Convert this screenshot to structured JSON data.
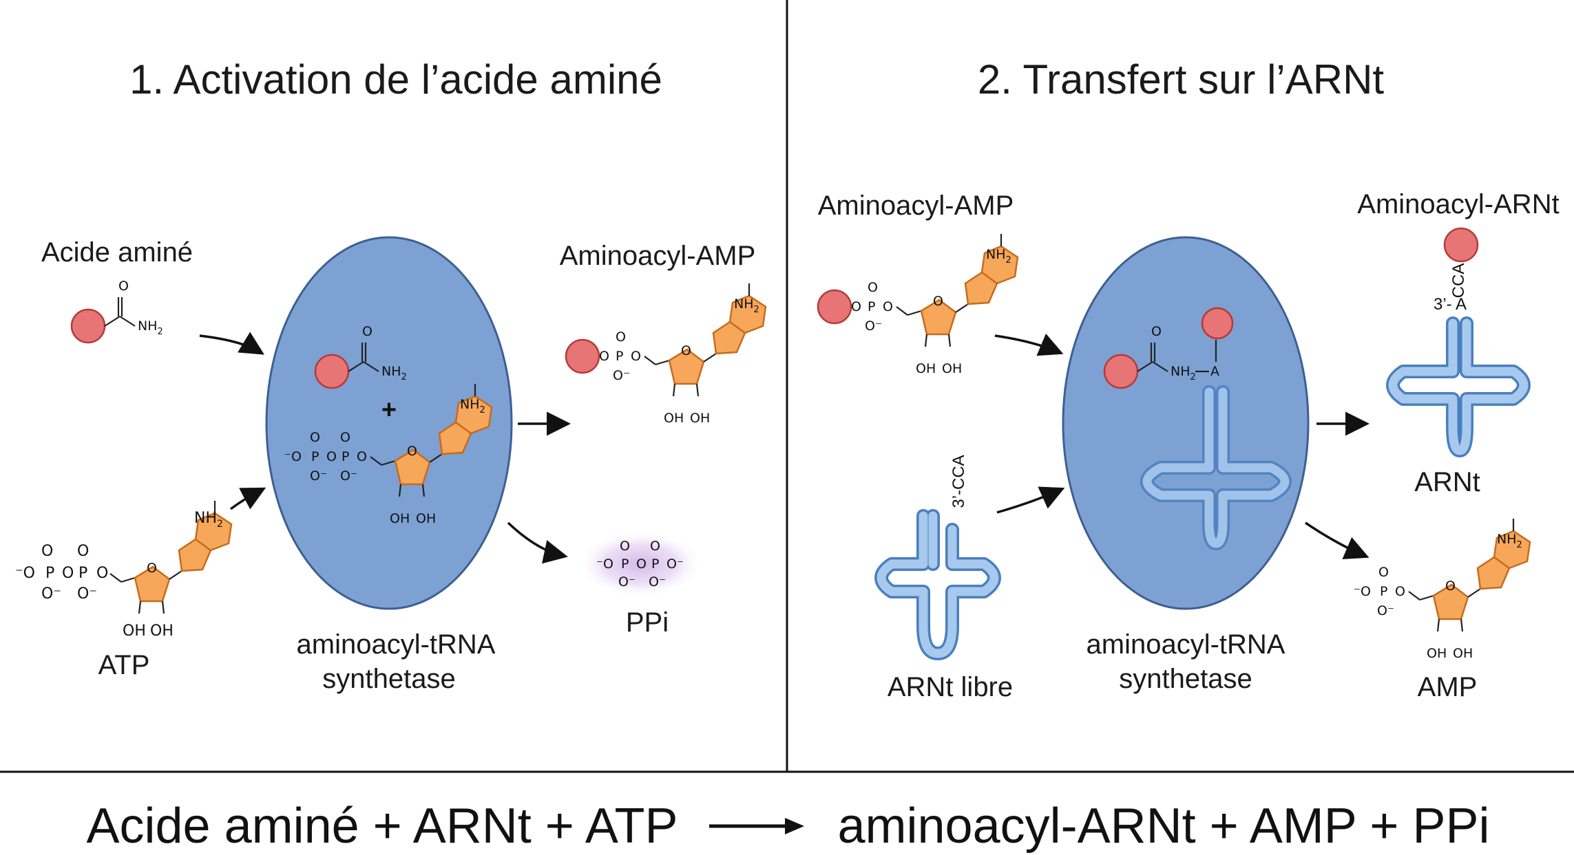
{
  "panels": {
    "left": {
      "title": "1. Activation de l’acide aminé",
      "acide_amine": "Acide aminé",
      "atp": "ATP",
      "enzyme_line1": "aminoacyl-tRNA",
      "enzyme_line2": "synthetase",
      "product_aminoacyl_amp": "Aminoacyl-AMP",
      "ppi": "PPi",
      "plus": "+"
    },
    "right": {
      "title": "2. Transfert sur l’ARNt",
      "aminoacyl_amp": "Aminoacyl-AMP",
      "arnt_libre": "ARNt libre",
      "enzyme_line1": "aminoacyl-tRNA",
      "enzyme_line2": "synthetase",
      "aminoacyl_arnt": "Aminoacyl-ARNt",
      "arnt": "ARNt",
      "amp": "AMP",
      "cca_label": "3’-CCA",
      "cca_top": "CCA",
      "three_prime": "3’-",
      "a_letter": "A"
    }
  },
  "chem": {
    "o": "O",
    "nh2": "NH",
    "nh2_sub": "2",
    "oh": "OH",
    "n": "N",
    "p": "P",
    "o_minus": "⁻O",
    "o_minus_suffix": "O⁻"
  },
  "equation": {
    "left": "Acide aminé + ARNt + ATP",
    "right": "aminoacyl-ARNt + AMP + PPi"
  },
  "colors": {
    "enzyme_fill": "#7da1d3",
    "enzyme_stroke": "#3d5f93",
    "amino_acid": "#e87575",
    "ribose": "#f6a75a",
    "trna": "#4a7fbf",
    "ppi_glow": "#b07fd6"
  }
}
